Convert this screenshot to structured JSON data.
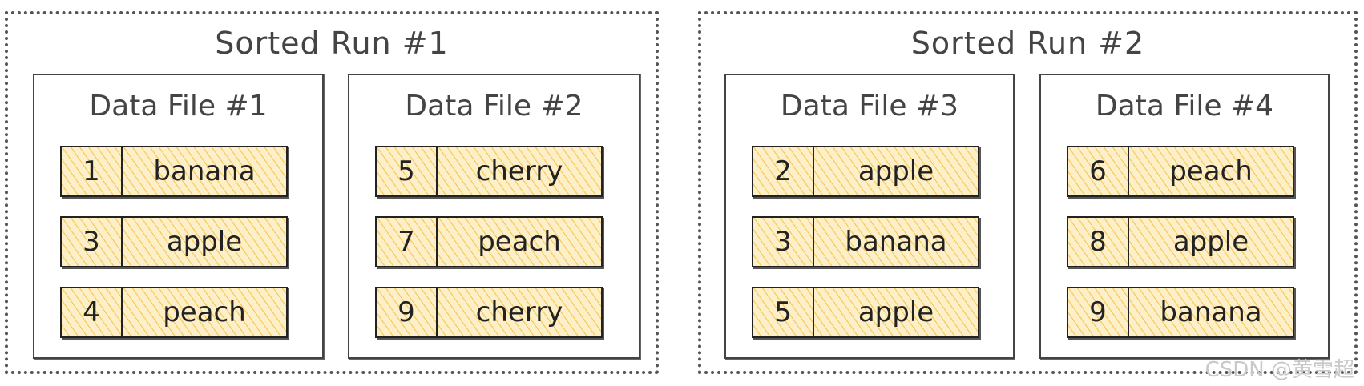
{
  "runs": [
    {
      "title": "Sorted Run #1",
      "files": [
        {
          "title": "Data File #1",
          "records": [
            {
              "key": "1",
              "value": "banana"
            },
            {
              "key": "3",
              "value": "apple"
            },
            {
              "key": "4",
              "value": "peach"
            }
          ]
        },
        {
          "title": "Data File #2",
          "records": [
            {
              "key": "5",
              "value": "cherry"
            },
            {
              "key": "7",
              "value": "peach"
            },
            {
              "key": "9",
              "value": "cherry"
            }
          ]
        }
      ]
    },
    {
      "title": "Sorted Run #2",
      "files": [
        {
          "title": "Data File #3",
          "records": [
            {
              "key": "2",
              "value": "apple"
            },
            {
              "key": "3",
              "value": "banana"
            },
            {
              "key": "5",
              "value": "apple"
            }
          ]
        },
        {
          "title": "Data File #4",
          "records": [
            {
              "key": "6",
              "value": "peach"
            },
            {
              "key": "8",
              "value": "apple"
            },
            {
              "key": "9",
              "value": "banana"
            }
          ]
        }
      ]
    }
  ],
  "watermark": "CSDN @黄雪超",
  "colors": {
    "record_fill": "#fdf0c8",
    "hatch": "#f6c453",
    "border": "#222222",
    "dotted_border": "#555555"
  }
}
